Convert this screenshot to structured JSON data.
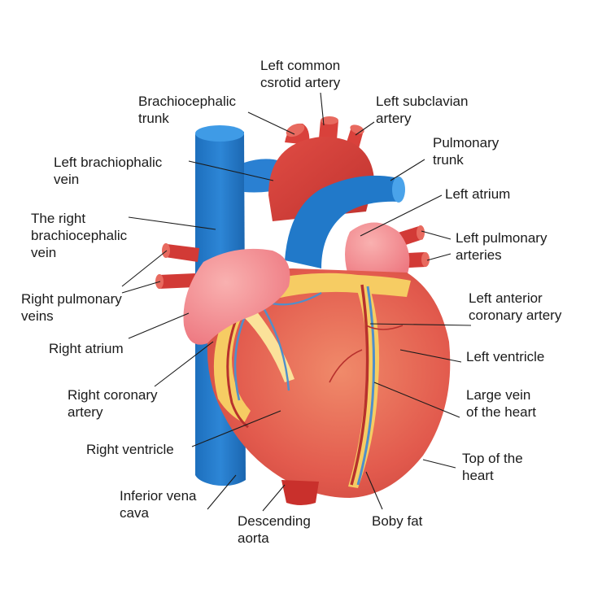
{
  "labels": {
    "left_common_carotid": [
      "Left common",
      "csrotid artery"
    ],
    "brachiocephalic_trunk": [
      "Brachiocephalic",
      "trunk"
    ],
    "left_subclavian": [
      "Left subclavian",
      "artery"
    ],
    "pulmonary_trunk": [
      "Pulmonary",
      "trunk"
    ],
    "left_brachiocephalic_vein": [
      "Left brachiophalic",
      "vein"
    ],
    "left_atrium": [
      "Left atrium"
    ],
    "right_brachiocephalic_vein": [
      "The right",
      "brachiocephalic",
      "vein"
    ],
    "left_pulmonary_arteries": [
      "Left pulmonary",
      "arteries"
    ],
    "right_pulmonary_veins": [
      "Right pulmonary",
      "veins"
    ],
    "left_anterior_coronary": [
      "Left anterior",
      "coronary artery"
    ],
    "right_atrium": [
      "Right atrium"
    ],
    "left_ventricle": [
      "Left ventricle"
    ],
    "right_coronary_artery": [
      "Right coronary",
      "artery"
    ],
    "large_vein": [
      "Large vein",
      "of the heart"
    ],
    "right_ventricle": [
      "Right ventricle"
    ],
    "top_of_heart": [
      "Top of the",
      "heart"
    ],
    "inferior_vena_cava": [
      "Inferior vena",
      "cava"
    ],
    "descending_aorta": [
      "Descending",
      "aorta"
    ],
    "body_fat": [
      "Boby fat"
    ]
  },
  "colors": {
    "vein_blue": "#1f77c9",
    "vein_blue_light": "#3a93e0",
    "artery_red": "#d9413b",
    "artery_dark": "#b82f2c",
    "ventricle_red": "#e25a4d",
    "ventricle_light": "#ef7a62",
    "atrium_pink": "#f07f86",
    "atrium_light": "#f7a6a8",
    "fat_yellow": "#f6cc63",
    "fat_light": "#fbe29a",
    "text": "#1b1b1b"
  }
}
